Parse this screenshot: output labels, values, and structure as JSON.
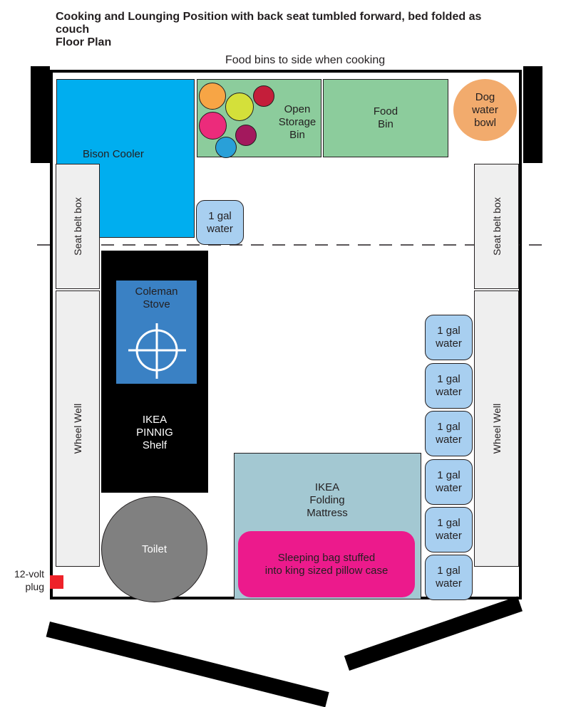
{
  "title": {
    "line1": "Cooking and Lounging Position with back seat tumbled forward, bed folded as",
    "line2": "couch",
    "line3": "Floor Plan"
  },
  "top_note": "Food bins to side when cooking",
  "labels": {
    "cooler": "Bison Cooler",
    "open_storage": [
      "Open",
      "Storage",
      "Bin"
    ],
    "food_bin": [
      "Food",
      "Bin"
    ],
    "dog_bowl": [
      "Dog",
      "water",
      "bowl"
    ],
    "seat_belt_box": "Seat belt box",
    "wheel_well": "Wheel Well",
    "stove": [
      "Coleman",
      "Stove"
    ],
    "shelf": [
      "IKEA",
      "PINNIG",
      "Shelf"
    ],
    "toilet": "Toilet",
    "mattress": [
      "IKEA",
      "Folding",
      "Mattress"
    ],
    "sleeping_bag": [
      "Sleeping bag stuffed",
      "into king sized pillow case"
    ],
    "plug": [
      "12-volt",
      "plug"
    ],
    "water": [
      "1 gal",
      "water"
    ]
  },
  "colors": {
    "cooler": "#00aeef",
    "bins": "#8ccc9c",
    "dog_bowl": "#f2ab6d",
    "stove": "#3a81c4",
    "mattress": "#a3c8d2",
    "sleeping_bag": "#ec1a8c",
    "toilet": "#808080",
    "water": "#a8cff0",
    "plug": "#ee2229",
    "fruit_orange": "#f7a545",
    "fruit_red": "#c41e3a",
    "fruit_yellow": "#d4e03a",
    "fruit_pink": "#ec2b7b",
    "fruit_plum": "#a3185d",
    "fruit_blue": "#29a0d8"
  }
}
